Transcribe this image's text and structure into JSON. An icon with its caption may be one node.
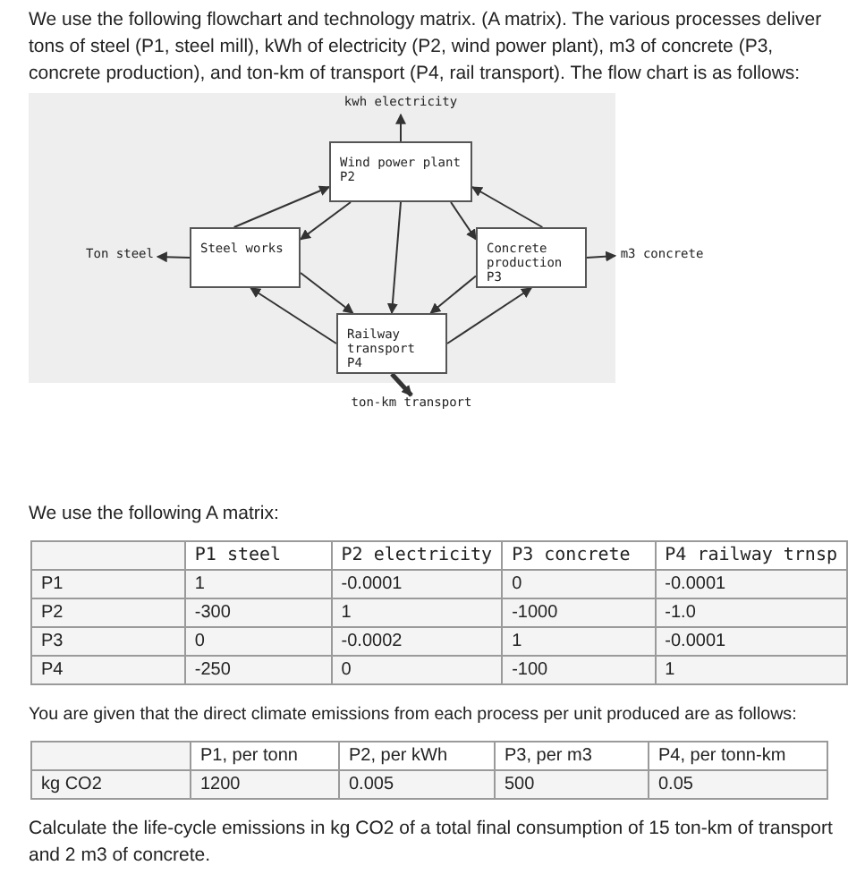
{
  "diagram": {
    "nodes": [
      {
        "text": [
          "kwh electricity"
        ]
      },
      {
        "text": [
          "Wind power plant P2"
        ]
      },
      {
        "text": [
          "Ton steel"
        ]
      },
      {
        "text": [
          "Steel works"
        ]
      },
      {
        "text": [
          "Concrete production P3"
        ]
      },
      {
        "text": [
          "m3 concrete"
        ]
      },
      {
        "text": [
          "Railway transport P4"
        ]
      },
      {
        "text": [
          "ton-km transport"
        ]
      }
    ],
    "edges": [
      {
        "from": 1,
        "to": 0,
        "arrow": "to"
      },
      {
        "from": 3,
        "to": 2,
        "arrow": "to"
      },
      {
        "from": 4,
        "to": 5,
        "arrow": "to"
      },
      {
        "from": 6,
        "to": 7,
        "arrow": "to",
        "style": "thick"
      },
      {
        "from": 3,
        "to": 1,
        "arrow": "to"
      },
      {
        "from": 1,
        "to": 3,
        "arrow": "to"
      },
      {
        "from": 4,
        "to": 1,
        "arrow": "to"
      },
      {
        "from": 1,
        "to": 4,
        "arrow": "to"
      },
      {
        "from": 1,
        "to": 6,
        "arrow": "to"
      },
      {
        "from": 3,
        "to": 6,
        "arrow": "to"
      },
      {
        "from": 6,
        "to": 3,
        "arrow": "to"
      },
      {
        "from": 4,
        "to": 6,
        "arrow": "to"
      },
      {
        "from": 6,
        "to": 4,
        "arrow": "to"
      }
    ],
    "labels": [
      "We use the following flowchart and technology matrix. (A matrix). The various processes deliver tons of steel (P1, steel mill), kWh of electricity (P2, wind power plant), m3 of concrete (P3, concrete production), and ton-km of transport (P4, rail transport). The flow chart is as follows:",
      "We use the following A matrix:",
      "P1 steel",
      "P2 electricity",
      "P3 concrete",
      "P4 railway trnsp",
      "P1",
      "1",
      "-0.0001",
      "0",
      "-0.0001",
      "P2",
      "-300",
      "1",
      "-1000",
      "-1.0",
      "P3",
      "0",
      "-0.0002",
      "1",
      "-0.0001",
      "P4",
      "-250",
      "0",
      "-100",
      "1",
      "You are given that the direct climate emissions from each process per unit produced are as follows:",
      "P1, per tonn",
      "P2, per kWh",
      "P3, per m3",
      "P4, per tonn-km",
      "kg CO2",
      "1200",
      "0.005",
      "500",
      "0.05",
      "Calculate the life-cycle emissions in kg CO2 of a total final consumption of 15 ton-km of transport and 2 m3 of concrete."
    ]
  }
}
